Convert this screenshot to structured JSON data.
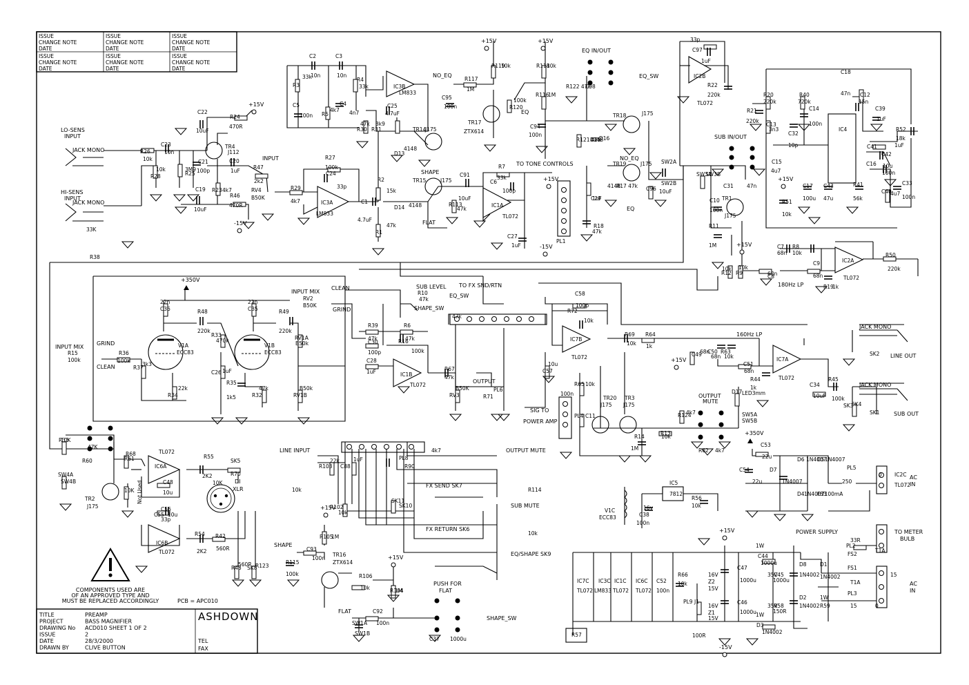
{
  "issue_table": {
    "labels": [
      "ISSUE",
      "CHANGE NOTE",
      "DATE"
    ]
  },
  "title_block": {
    "rows": [
      {
        "label": "TITLE",
        "value": "PREAMP"
      },
      {
        "label": "PROJECT",
        "value": "BASS MAGNIFIER"
      },
      {
        "label": "DRAWING No",
        "value": "ACD010 SHEET 1 OF 2"
      },
      {
        "label": "ISSUE",
        "value": "2"
      },
      {
        "label": "DATE",
        "value": "28/3/2000"
      },
      {
        "label": "DRAWN BY",
        "value": "CLIVE BUTTON"
      }
    ],
    "company": "ASHDOWN",
    "tel_label": "TEL",
    "fax_label": "FAX"
  },
  "warning": {
    "lines": [
      "COMPONENTS USED ARE",
      "OF AN APPROVED TYPE AND",
      "MUST BE REPLACED ACCORDINGLY"
    ],
    "pcb": "PCB = APC010"
  },
  "section_labels": {
    "lo_sens": [
      "LO-SENS",
      "INPUT"
    ],
    "hi_sens": [
      "HI-SENS",
      "INPUT"
    ],
    "input": "INPUT",
    "to_tone_controls": "TO TONE CONTROLS",
    "eq_in_out": "EQ IN/OUT",
    "sub_in_out": "SUB IN/OUT",
    "lp180": "180Hz LP",
    "lp160": "160Hz LP",
    "to_fx": "TO FX SND/RTN",
    "input_mix": "INPUT MIX",
    "clean": "CLEAN",
    "grind": "GRIND",
    "sub_level": "SUB LEVEL",
    "output": "OUTPUT",
    "sig_to_power_amp": [
      "SIG TO",
      "POWER AMP"
    ],
    "output_mute": [
      "OUTPUT",
      "MUTE"
    ],
    "line_out": "LINE OUT",
    "sub_out": "SUB OUT",
    "jack_mono": "JACK MONO",
    "line_input": "LINE INPUT",
    "power_supply": "POWER SUPPLY",
    "ac_in": [
      "AC",
      "IN"
    ],
    "to_meter_bulb": [
      "TO METER",
      "BULB"
    ],
    "push_for_flat": [
      "PUSH FOR",
      "FLAT"
    ],
    "fx_send": "FX SEND SK7",
    "fx_return": "FX RETURN SK6",
    "sub_mute": "SUB MUTE",
    "eq_shape": "EQ/SHAPE  SK9",
    "output_mute_conn": "OUTPUT MUTE",
    "di_xlr": [
      "DI",
      "XLR"
    ],
    "not_used": "Not Used",
    "shape": "SHAPE",
    "flat": "FLAT",
    "eq": "EQ",
    "no_eq": "NO_EQ",
    "eq_sw": "EQ_SW",
    "shape_sw": "SHAPE_SW"
  },
  "supply_labels": {
    "p15": "+15V",
    "m15": "-15V",
    "p350": "+350V"
  },
  "components": [
    {
      "t": "IC3B"
    },
    {
      "t": "LM833"
    },
    {
      "t": "IC3A"
    },
    {
      "t": "LM833"
    },
    {
      "t": "IC1A"
    },
    {
      "t": "TL072"
    },
    {
      "t": "IC2B"
    },
    {
      "t": "TL072"
    },
    {
      "t": "IC4"
    },
    {
      "t": "IC2A"
    },
    {
      "t": "TL072"
    },
    {
      "t": "IC1B"
    },
    {
      "t": "TL072"
    },
    {
      "t": "IC7B"
    },
    {
      "t": "TL072"
    },
    {
      "t": "IC7A"
    },
    {
      "t": "TL072"
    },
    {
      "t": "IC6A"
    },
    {
      "t": "TL072"
    },
    {
      "t": "IC6B"
    },
    {
      "t": "TL072"
    },
    {
      "t": "IC5"
    },
    {
      "t": "7812"
    },
    {
      "t": "V1A"
    },
    {
      "t": "ECC83"
    },
    {
      "t": "V1B"
    },
    {
      "t": "ECC83"
    },
    {
      "t": "V1C"
    },
    {
      "t": "ECC83"
    },
    {
      "t": "TR4"
    },
    {
      "t": "J112"
    },
    {
      "t": "TR17"
    },
    {
      "t": "ZTX614"
    },
    {
      "t": "TR14"
    },
    {
      "t": "J175"
    },
    {
      "t": "TR15"
    },
    {
      "t": "J175"
    },
    {
      "t": "TR18"
    },
    {
      "t": "J175"
    },
    {
      "t": "TR19"
    },
    {
      "t": "J175"
    },
    {
      "t": "TR1"
    },
    {
      "t": "J175"
    },
    {
      "t": "TR20"
    },
    {
      "t": "J175"
    },
    {
      "t": "TR3"
    },
    {
      "t": "J175"
    },
    {
      "t": "TR2"
    },
    {
      "t": "J175"
    },
    {
      "t": "TR16"
    },
    {
      "t": "ZTX614"
    },
    {
      "t": "R26"
    },
    {
      "t": "10k"
    },
    {
      "t": "R28"
    },
    {
      "t": "10k"
    },
    {
      "t": "R25"
    },
    {
      "t": "3M9"
    },
    {
      "t": "R24"
    },
    {
      "t": "470R"
    },
    {
      "t": "R23"
    },
    {
      "t": "4k7"
    },
    {
      "t": "R46"
    },
    {
      "t": "470R"
    },
    {
      "t": "R47"
    },
    {
      "t": "2k2"
    },
    {
      "t": "RV4"
    },
    {
      "t": "B50K"
    },
    {
      "t": "R29"
    },
    {
      "t": "4k7"
    },
    {
      "t": "R27"
    },
    {
      "t": "100k"
    },
    {
      "t": "C24"
    },
    {
      "t": "33p"
    },
    {
      "t": "R2"
    },
    {
      "t": "15k"
    },
    {
      "t": "R1"
    },
    {
      "t": "47k"
    },
    {
      "t": "C1"
    },
    {
      "t": "4.7uF"
    },
    {
      "t": "C2"
    },
    {
      "t": "10n"
    },
    {
      "t": "C3"
    },
    {
      "t": "10n"
    },
    {
      "t": "R3"
    },
    {
      "t": "33k"
    },
    {
      "t": "R4"
    },
    {
      "t": "33k"
    },
    {
      "t": "R5"
    },
    {
      "t": "4k7"
    },
    {
      "t": "C4"
    },
    {
      "t": "4n7"
    },
    {
      "t": "C5"
    },
    {
      "t": "100n"
    },
    {
      "t": "C25"
    },
    {
      "t": "4.7uF"
    },
    {
      "t": "R30"
    },
    {
      "t": "47k"
    },
    {
      "t": "R31"
    },
    {
      "t": "3k9"
    },
    {
      "t": "C22"
    },
    {
      "t": "10uF"
    },
    {
      "t": "C23"
    },
    {
      "t": "10n"
    },
    {
      "t": "C21"
    },
    {
      "t": "100p"
    },
    {
      "t": "C20"
    },
    {
      "t": "1uF"
    },
    {
      "t": "C19"
    },
    {
      "t": "10uF"
    },
    {
      "t": "R119"
    },
    {
      "t": "10k"
    },
    {
      "t": "R117"
    },
    {
      "t": "1M"
    },
    {
      "t": "C95"
    },
    {
      "t": "100n"
    },
    {
      "t": "R118"
    },
    {
      "t": "10k"
    },
    {
      "t": "R116"
    },
    {
      "t": "1M"
    },
    {
      "t": "R120"
    },
    {
      "t": "100k"
    },
    {
      "t": "C94"
    },
    {
      "t": "100n"
    },
    {
      "t": "D13"
    },
    {
      "t": "4148"
    },
    {
      "t": "D14"
    },
    {
      "t": "4148"
    },
    {
      "t": "R113"
    },
    {
      "t": "47k"
    },
    {
      "t": "C91"
    },
    {
      "t": "10uF"
    },
    {
      "t": "R7"
    },
    {
      "t": "33k"
    },
    {
      "t": "C6"
    },
    {
      "t": "100p"
    },
    {
      "t": "C27"
    },
    {
      "t": "1uF"
    },
    {
      "t": "PL1"
    },
    {
      "t": "R121 47k"
    },
    {
      "t": "D15"
    },
    {
      "t": "4148"
    },
    {
      "t": "D16"
    },
    {
      "t": "4148"
    },
    {
      "t": "R17 47k"
    },
    {
      "t": "C29"
    },
    {
      "t": "1uF"
    },
    {
      "t": "R18"
    },
    {
      "t": "47k"
    },
    {
      "t": "C96"
    },
    {
      "t": "10uF"
    },
    {
      "t": "SW2A"
    },
    {
      "t": "SW2B"
    },
    {
      "t": "R122 47k"
    },
    {
      "t": "C98"
    },
    {
      "t": "33p"
    },
    {
      "t": "C97"
    },
    {
      "t": "1uF"
    },
    {
      "t": "R22"
    },
    {
      "t": "220k"
    },
    {
      "t": "R20"
    },
    {
      "t": "220k"
    },
    {
      "t": "R40"
    },
    {
      "t": "720k"
    },
    {
      "t": "C12"
    },
    {
      "t": "15n"
    },
    {
      "t": "C18"
    },
    {
      "t": "47n"
    },
    {
      "t": "R21"
    },
    {
      "t": "220k"
    },
    {
      "t": "C13"
    },
    {
      "t": "3n3"
    },
    {
      "t": "C14"
    },
    {
      "t": "100n"
    },
    {
      "t": "C32"
    },
    {
      "t": "10p"
    },
    {
      "t": "C39"
    },
    {
      "t": "1uF"
    },
    {
      "t": "R52"
    },
    {
      "t": "18k"
    },
    {
      "t": "C41"
    },
    {
      "t": "1uF"
    },
    {
      "t": "C42"
    },
    {
      "t": "10u"
    },
    {
      "t": "C16"
    },
    {
      "t": "100n"
    },
    {
      "t": "C15"
    },
    {
      "t": "4u7"
    },
    {
      "t": "C17"
    },
    {
      "t": "100u"
    },
    {
      "t": "C43"
    },
    {
      "t": "47u"
    },
    {
      "t": "R41"
    },
    {
      "t": "56k"
    },
    {
      "t": "C40"
    },
    {
      "t": "4u7"
    },
    {
      "t": "C33"
    },
    {
      "t": "100n"
    },
    {
      "t": "R51"
    },
    {
      "t": "10k"
    },
    {
      "t": "SW3A"
    },
    {
      "t": "SW3B"
    },
    {
      "t": "C31"
    },
    {
      "t": "47n"
    },
    {
      "t": "C10"
    },
    {
      "t": "100n"
    },
    {
      "t": "R11"
    },
    {
      "t": "1M"
    },
    {
      "t": "R12"
    },
    {
      "t": "10k"
    },
    {
      "t": "R9"
    },
    {
      "t": "10k"
    },
    {
      "t": "C8"
    },
    {
      "t": "68n"
    },
    {
      "t": "C7"
    },
    {
      "t": "68n"
    },
    {
      "t": "R8"
    },
    {
      "t": "10k"
    },
    {
      "t": "C9"
    },
    {
      "t": "68n"
    },
    {
      "t": "R19"
    },
    {
      "t": "1k"
    },
    {
      "t": "R50"
    },
    {
      "t": "220k"
    },
    {
      "t": "C36"
    },
    {
      "t": "22n"
    },
    {
      "t": "R48"
    },
    {
      "t": "220k"
    },
    {
      "t": "C35"
    },
    {
      "t": "22n"
    },
    {
      "t": "R49"
    },
    {
      "t": "220k"
    },
    {
      "t": "R33"
    },
    {
      "t": "470k"
    },
    {
      "t": "RV1A"
    },
    {
      "t": "B50k"
    },
    {
      "t": "R15"
    },
    {
      "t": "100k"
    },
    {
      "t": "R36"
    },
    {
      "t": "100k"
    },
    {
      "t": "R37"
    },
    {
      "t": "3k3"
    },
    {
      "t": "R34"
    },
    {
      "t": "22k"
    },
    {
      "t": "C26"
    },
    {
      "t": "1uF"
    },
    {
      "t": "R35"
    },
    {
      "t": "1k5"
    },
    {
      "t": "R32"
    },
    {
      "t": "47k"
    },
    {
      "t": "RV1B"
    },
    {
      "t": "B50k"
    },
    {
      "t": "RV2"
    },
    {
      "t": "B50K"
    },
    {
      "t": "R10"
    },
    {
      "t": "47k"
    },
    {
      "t": "R39"
    },
    {
      "t": "47k"
    },
    {
      "t": "R6"
    },
    {
      "t": "47k"
    },
    {
      "t": "C30"
    },
    {
      "t": "100p"
    },
    {
      "t": "R16"
    },
    {
      "t": "100k"
    },
    {
      "t": "C28"
    },
    {
      "t": "1uF"
    },
    {
      "t": "R67"
    },
    {
      "t": "47k"
    },
    {
      "t": "RV3"
    },
    {
      "t": "B50K"
    },
    {
      "t": "PL6"
    },
    {
      "t": "R71"
    },
    {
      "t": "47k"
    },
    {
      "t": "C58"
    },
    {
      "t": "100p"
    },
    {
      "t": "R72"
    },
    {
      "t": "10k"
    },
    {
      "t": "C57"
    },
    {
      "t": "10u"
    },
    {
      "t": "R69"
    },
    {
      "t": "10k"
    },
    {
      "t": "R64"
    },
    {
      "t": "1k"
    },
    {
      "t": "R65"
    },
    {
      "t": "10k"
    },
    {
      "t": "PL4"
    },
    {
      "t": "C11"
    },
    {
      "t": "100n"
    },
    {
      "t": "R14"
    },
    {
      "t": "1M"
    },
    {
      "t": "R13"
    },
    {
      "t": "10k"
    },
    {
      "t": "R124"
    },
    {
      "t": "4k7"
    },
    {
      "t": "D17"
    },
    {
      "t": "LED3mm"
    },
    {
      "t": "SW5A"
    },
    {
      "t": "SW5B"
    },
    {
      "t": "R62"
    },
    {
      "t": "4k7"
    },
    {
      "t": "C49"
    },
    {
      "t": "68n"
    },
    {
      "t": "C50"
    },
    {
      "t": "68n"
    },
    {
      "t": "R63"
    },
    {
      "t": "10k"
    },
    {
      "t": "C51"
    },
    {
      "t": "68n"
    },
    {
      "t": "R44"
    },
    {
      "t": "1k"
    },
    {
      "t": "C34"
    },
    {
      "t": "10uF"
    },
    {
      "t": "R45"
    },
    {
      "t": "100k"
    },
    {
      "t": "SK3"
    },
    {
      "t": "SK4"
    },
    {
      "t": "SK2"
    },
    {
      "t": "SK1"
    },
    {
      "t": "R38"
    },
    {
      "t": "33K"
    },
    {
      "t": "R33"
    },
    {
      "t": "10K"
    },
    {
      "t": "SW4A"
    },
    {
      "t": "SW4B"
    },
    {
      "t": "R60"
    },
    {
      "t": "47K"
    },
    {
      "t": "R61"
    },
    {
      "t": "R68"
    },
    {
      "t": "10K"
    },
    {
      "t": "C48"
    },
    {
      "t": "10u"
    },
    {
      "t": "R55"
    },
    {
      "t": "2K2"
    },
    {
      "t": "SK5"
    },
    {
      "t": "R70"
    },
    {
      "t": "10K"
    },
    {
      "t": "C56"
    },
    {
      "t": "33p"
    },
    {
      "t": "C55"
    },
    {
      "t": "10u"
    },
    {
      "t": "R54"
    },
    {
      "t": "2K2"
    },
    {
      "t": "R42"
    },
    {
      "t": "560R"
    },
    {
      "t": "R43"
    },
    {
      "t": "560R"
    },
    {
      "t": "SK8"
    },
    {
      "t": "R123"
    },
    {
      "t": "10k"
    },
    {
      "t": "R103"
    },
    {
      "t": "22k"
    },
    {
      "t": "C88"
    },
    {
      "t": "1uF"
    },
    {
      "t": "PL8"
    },
    {
      "t": "R90"
    },
    {
      "t": "4k7"
    },
    {
      "t": "R102"
    },
    {
      "t": "10k"
    },
    {
      "t": "SK11"
    },
    {
      "t": "SK10"
    },
    {
      "t": "R114"
    },
    {
      "t": "10k"
    },
    {
      "t": "R105"
    },
    {
      "t": "1M"
    },
    {
      "t": "C93"
    },
    {
      "t": "100n"
    },
    {
      "t": "R115"
    },
    {
      "t": "100k"
    },
    {
      "t": "R106"
    },
    {
      "t": "10k"
    },
    {
      "t": "R104"
    },
    {
      "t": "1M"
    },
    {
      "t": "C92"
    },
    {
      "t": "100n"
    },
    {
      "t": "SW1A"
    },
    {
      "t": "SW1B"
    },
    {
      "t": "C37"
    },
    {
      "t": "1000u"
    },
    {
      "t": "16v"
    },
    {
      "t": "C38"
    },
    {
      "t": "100n"
    },
    {
      "t": "R56"
    },
    {
      "t": "10k"
    },
    {
      "t": "C53"
    },
    {
      "t": "22u"
    },
    {
      "t": "C54"
    },
    {
      "t": "22u"
    },
    {
      "t": "D7"
    },
    {
      "t": "1N4007"
    },
    {
      "t": "D6"
    },
    {
      "t": "1N4007"
    },
    {
      "t": "D5"
    },
    {
      "t": "1N4007"
    },
    {
      "t": "D4"
    },
    {
      "t": "1N4007"
    },
    {
      "t": "FS3"
    },
    {
      "t": "T100mA"
    },
    {
      "t": "PL5"
    },
    {
      "t": "250"
    },
    {
      "t": "0"
    },
    {
      "t": "IC2C"
    },
    {
      "t": "TL072"
    },
    {
      "t": "IC7C"
    },
    {
      "t": "TL072"
    },
    {
      "t": "IC3C"
    },
    {
      "t": "LM833"
    },
    {
      "t": "IC1C"
    },
    {
      "t": "TL072"
    },
    {
      "t": "IC6C"
    },
    {
      "t": "TL072"
    },
    {
      "t": "C52"
    },
    {
      "t": "100n"
    },
    {
      "t": "R66"
    },
    {
      "t": "10k"
    },
    {
      "t": "PL9"
    },
    {
      "t": "J1"
    },
    {
      "t": "R57"
    },
    {
      "t": "100R"
    },
    {
      "t": "1W"
    },
    {
      "t": "C44"
    },
    {
      "t": "1000u"
    },
    {
      "t": "16V"
    },
    {
      "t": "Z2"
    },
    {
      "t": "15V"
    },
    {
      "t": "C47"
    },
    {
      "t": "1000u"
    },
    {
      "t": "35V"
    },
    {
      "t": "C45"
    },
    {
      "t": "1000u"
    },
    {
      "t": "16V"
    },
    {
      "t": "Z1"
    },
    {
      "t": "15V"
    },
    {
      "t": "C46"
    },
    {
      "t": "1000u"
    },
    {
      "t": "35V"
    },
    {
      "t": "R58"
    },
    {
      "t": "150R"
    },
    {
      "t": "1W"
    },
    {
      "t": "D3"
    },
    {
      "t": "1N4002"
    },
    {
      "t": "D8"
    },
    {
      "t": "1N4002"
    },
    {
      "t": "D1"
    },
    {
      "t": "1N4002"
    },
    {
      "t": "D2"
    },
    {
      "t": "1N4002"
    },
    {
      "t": "1W"
    },
    {
      "t": "R59"
    },
    {
      "t": "33R"
    },
    {
      "t": "PL2"
    },
    {
      "t": "FS2"
    },
    {
      "t": "T1A"
    },
    {
      "t": "FS1"
    },
    {
      "t": "T1A"
    },
    {
      "t": "PL3"
    },
    {
      "t": "15"
    },
    {
      "t": "0"
    },
    {
      "t": "15"
    }
  ]
}
